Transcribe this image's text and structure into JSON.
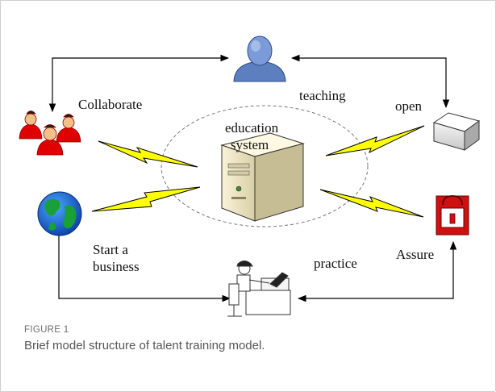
{
  "diagram": {
    "center": {
      "label_line1": "education",
      "label_line2": "system"
    },
    "nodes": {
      "collaborate": "Collaborate",
      "teaching": "teaching",
      "open": "open",
      "start_business_line1": "Start a",
      "start_business_line2": "business",
      "practice": "practice",
      "assure": "Assure"
    }
  },
  "figure": {
    "label": "FIGURE 1",
    "caption": "Brief model structure of talent training model."
  },
  "colors": {
    "lightning": "#ffff00",
    "people_red": "#e00000",
    "person_blue": "#5d7fc0",
    "lock_red": "#d01010",
    "globe_blue": "#1060d0",
    "globe_green": "#19a038"
  }
}
